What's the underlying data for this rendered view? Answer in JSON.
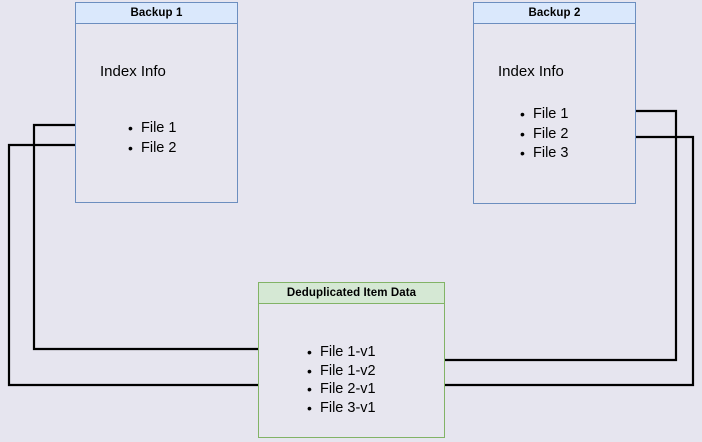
{
  "diagram": {
    "title": "Backup deduplication index diagram",
    "background_color": "#e6e5ef",
    "colors": {
      "blue_border": "#6c8ebf",
      "blue_header_fill": "#dae8fc",
      "green_border": "#82b366",
      "green_header_fill": "#d5e8d4",
      "box_body_fill": "#e7e6ef",
      "connector": "#000000"
    },
    "boxes": [
      {
        "id": "backup1",
        "title": "Backup 1",
        "section_label": "Index Info",
        "items": [
          "File 1",
          "File 2"
        ]
      },
      {
        "id": "backup2",
        "title": "Backup 2",
        "section_label": "Index Info",
        "items": [
          "File 1",
          "File 2",
          "File 3"
        ]
      },
      {
        "id": "dedup",
        "title": "Deduplicated Item Data",
        "items": [
          "File 1-v1",
          "File 1-v2",
          "File 2-v1",
          "File 3-v1"
        ]
      }
    ],
    "connectors": [
      {
        "from": "backup1.File 1",
        "to": "dedup.File 1-v1",
        "direction": "left-route"
      },
      {
        "from": "backup1.File 2",
        "to": "dedup.File 2-v1",
        "direction": "left-route"
      },
      {
        "from": "backup2.File 1",
        "to": "dedup.File 1-v2",
        "direction": "right-route"
      },
      {
        "from": "backup2.File 2",
        "to": "dedup.File 2-v1",
        "direction": "right-route"
      }
    ]
  }
}
